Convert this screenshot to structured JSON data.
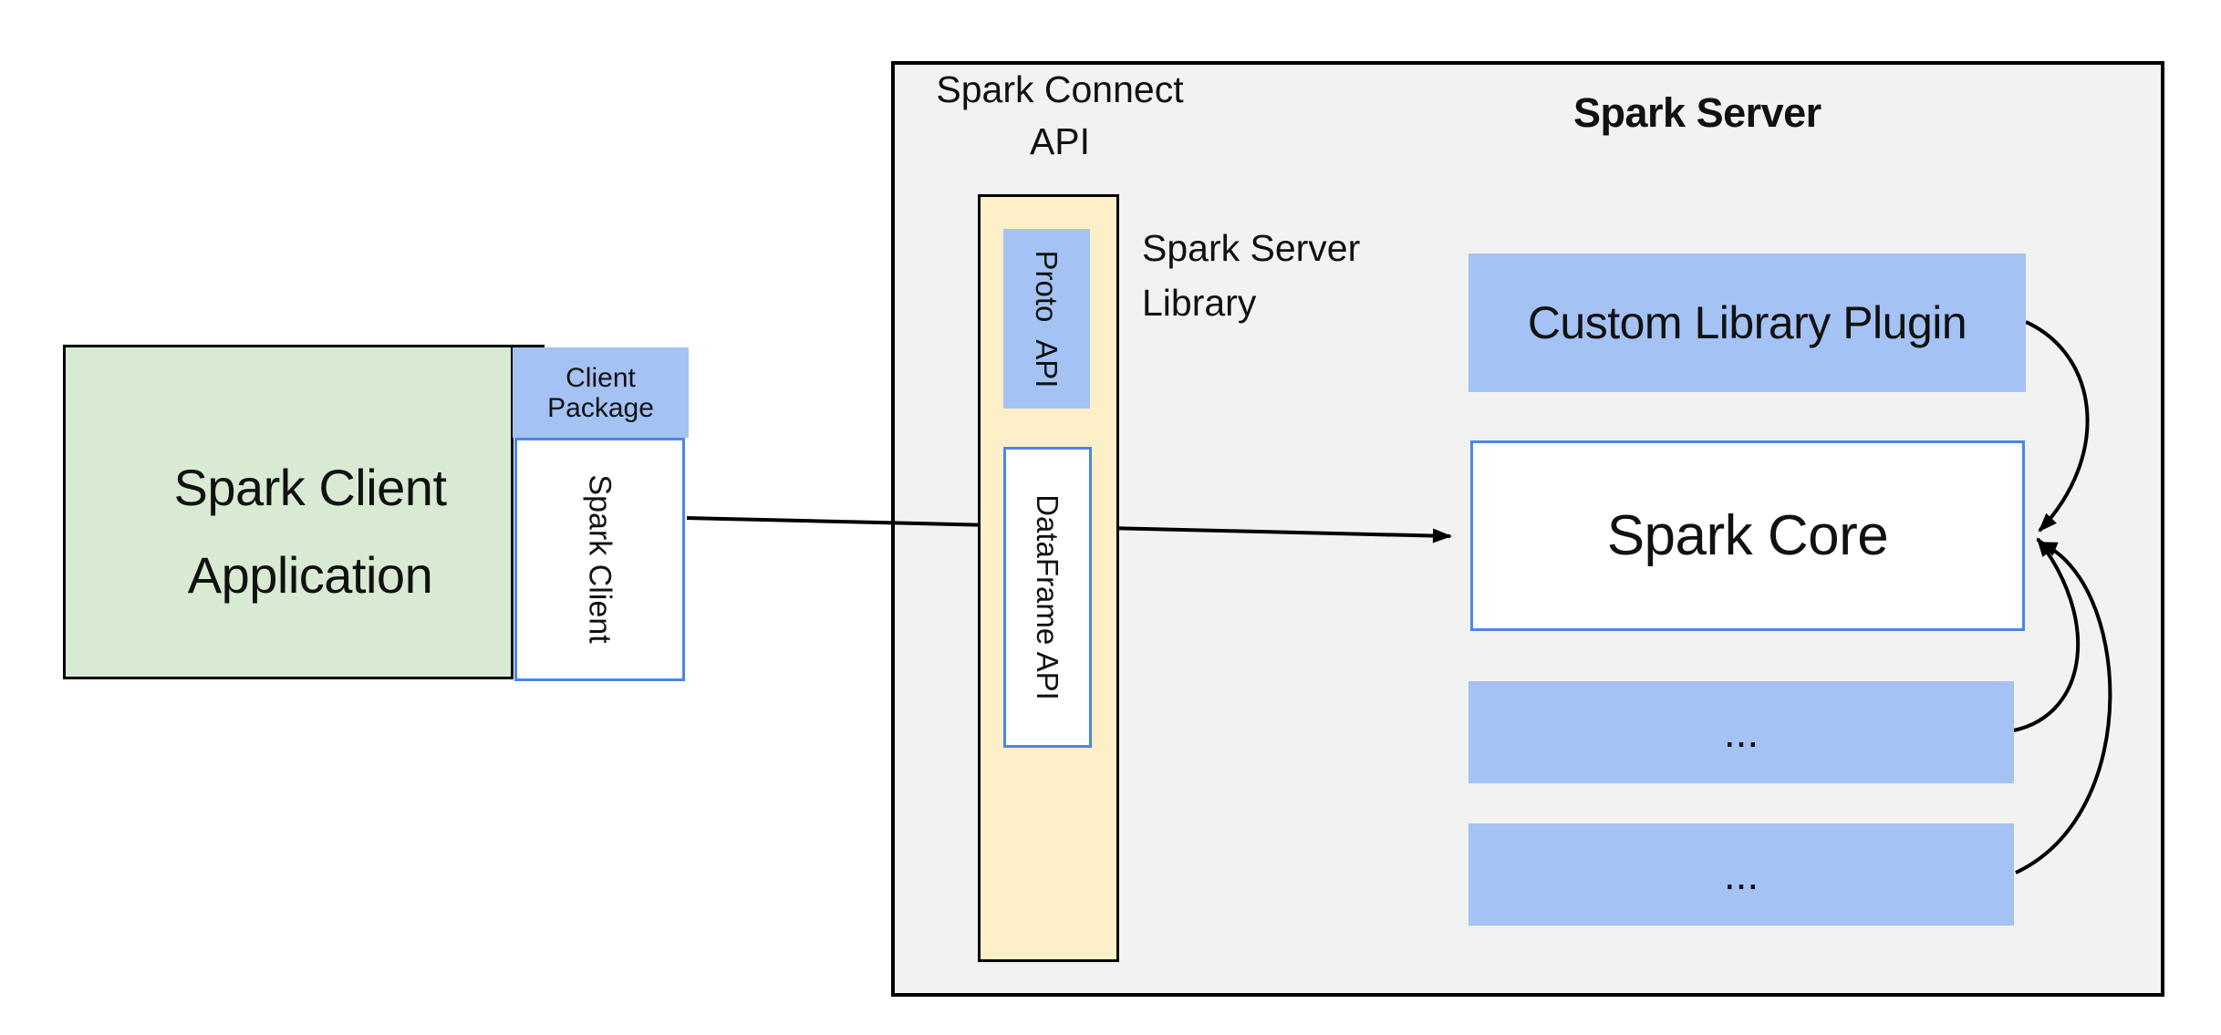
{
  "diagram": {
    "client": {
      "app_label_line1": "Spark Client",
      "app_label_line2": "Application",
      "package_label_line1": "Client",
      "package_label_line2": "Package",
      "spark_client_label": "Spark Client"
    },
    "connect": {
      "api_label_line1": "Spark Connect",
      "api_label_line2": "API",
      "proto_api_label": "Proto API",
      "dataframe_api_label": "DataFrame API",
      "server_library_label_line1": "Spark Server",
      "server_library_label_line2": "Library"
    },
    "server": {
      "title": "Spark Server",
      "plugin_label": "Custom Library Plugin",
      "core_label": "Spark Core",
      "module1_label": "...",
      "module2_label": "..."
    },
    "connections": [
      {
        "from": "spark-client",
        "to": "spark-core",
        "style": "straight-arrow"
      },
      {
        "from": "custom-library-plugin",
        "to": "spark-core",
        "style": "curved-arrow"
      },
      {
        "from": "module-1",
        "to": "spark-core",
        "style": "curved-arrow"
      },
      {
        "from": "module-2",
        "to": "spark-core",
        "style": "curved-arrow"
      }
    ],
    "colors": {
      "client_app_fill": "#d9ead3",
      "blue_fill": "#a4c2f4",
      "connect_bar_fill": "#fdf0c8",
      "server_region_fill": "#f2f2f2",
      "blue_border": "#4a86e8",
      "black_border": "#000000",
      "text": "#111111",
      "page_background": "#ffffff"
    }
  }
}
